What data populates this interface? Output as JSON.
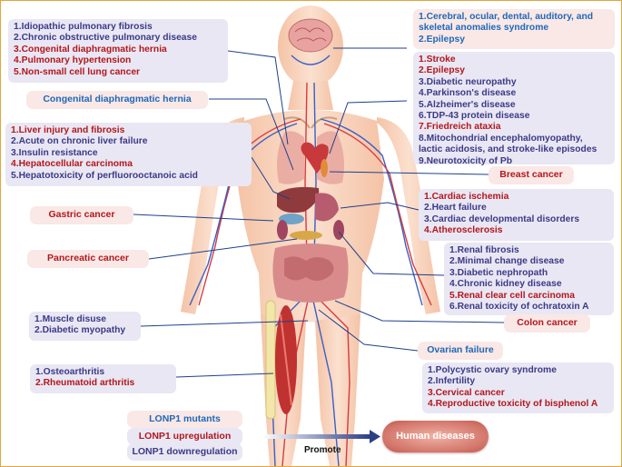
{
  "lung_diseases": [
    {
      "text": "1.Idiopathic pulmonary fibrosis",
      "tone": "purple"
    },
    {
      "text": "2.Chronic obstructive pulmonary disease",
      "tone": "purple"
    },
    {
      "text": "3.Congenital diaphragmatic hernia",
      "tone": "red"
    },
    {
      "text": "4.Pulmonary hypertension",
      "tone": "red"
    },
    {
      "text": "5.Non-small cell lung cancer",
      "tone": "red"
    }
  ],
  "mutant_diseases": {
    "diaphragm": "Congenital diaphragmatic hernia",
    "brain_syndrome": "1.Cerebral, ocular, dental, auditory, and skeletal anomalies syndrome",
    "brain_epilepsy": "2.Epilepsy",
    "ovarian": "Ovarian failure"
  },
  "liver_diseases": [
    {
      "text": "1.Liver injury and fibrosis",
      "tone": "red"
    },
    {
      "text": "2.Acute on chronic liver failure",
      "tone": "purple"
    },
    {
      "text": "3.Insulin resistance",
      "tone": "purple"
    },
    {
      "text": "4.Hepatocellular carcinoma",
      "tone": "red"
    },
    {
      "text": "5.Hepatotoxicity of perfluorooctanoic acid",
      "tone": "purple"
    }
  ],
  "gastric": "Gastric cancer",
  "pancreatic": "Pancreatic cancer",
  "muscle_diseases": [
    {
      "text": "1.Muscle disuse",
      "tone": "purple"
    },
    {
      "text": "2.Diabetic myopathy",
      "tone": "purple"
    }
  ],
  "joint_diseases": [
    {
      "text": "1.Osteoarthritis",
      "tone": "purple"
    },
    {
      "text": "2.Rheumatoid arthritis",
      "tone": "red"
    }
  ],
  "brain_diseases": [
    {
      "text": "1.Stroke",
      "tone": "red"
    },
    {
      "text": "2.Epilepsy",
      "tone": "red"
    },
    {
      "text": "3.Diabetic neuropathy",
      "tone": "purple"
    },
    {
      "text": "4.Parkinson's disease",
      "tone": "purple"
    },
    {
      "text": "5.Alzheimer's disease",
      "tone": "purple"
    },
    {
      "text": "6.TDP-43 protein disease",
      "tone": "purple"
    },
    {
      "text": "7.Friedreich ataxia",
      "tone": "red"
    },
    {
      "text": "8.Mitochondrial encephalomyopathy,",
      "tone": "purple"
    },
    {
      "text": "lactic acidosis, and stroke-like episodes",
      "tone": "purple"
    },
    {
      "text": "9.Neurotoxicity of Pb",
      "tone": "purple"
    }
  ],
  "breast": "Breast cancer",
  "heart_diseases": [
    {
      "text": "1.Cardiac ischemia",
      "tone": "red"
    },
    {
      "text": "2.Heart failure",
      "tone": "purple"
    },
    {
      "text": "3.Cardiac developmental disorders",
      "tone": "purple"
    },
    {
      "text": "4.Atherosclerosis",
      "tone": "red"
    }
  ],
  "kidney_diseases": [
    {
      "text": "1.Renal fibrosis",
      "tone": "purple"
    },
    {
      "text": "2.Minimal change disease",
      "tone": "purple"
    },
    {
      "text": "3.Diabetic nephropath",
      "tone": "purple"
    },
    {
      "text": "4.Chronic kidney disease",
      "tone": "purple"
    },
    {
      "text": "5.Renal clear cell carcinoma",
      "tone": "red"
    },
    {
      "text": "6.Renal toxicity of ochratoxin A",
      "tone": "purple"
    }
  ],
  "colon": "Colon cancer",
  "ovarian_diseases": [
    {
      "text": "1.Polycystic ovary syndrome",
      "tone": "purple"
    },
    {
      "text": "2.Infertility",
      "tone": "purple"
    },
    {
      "text": "3.Cervical cancer",
      "tone": "red"
    },
    {
      "text": "4.Reproductive toxicity of bisphenol A",
      "tone": "red"
    }
  ],
  "legend": {
    "mutants": "LONP1 mutants",
    "upregulation": "LONP1 upregulation",
    "downregulation": "LONP1 downregulation"
  },
  "promote": "Promote",
  "human_diseases": "Human diseases",
  "colors": {
    "mutant_blue": "#1f68b8",
    "upregulation_red": "#b3171d",
    "downregulation_purple": "#3b3a86",
    "border": "#e6a43a"
  }
}
